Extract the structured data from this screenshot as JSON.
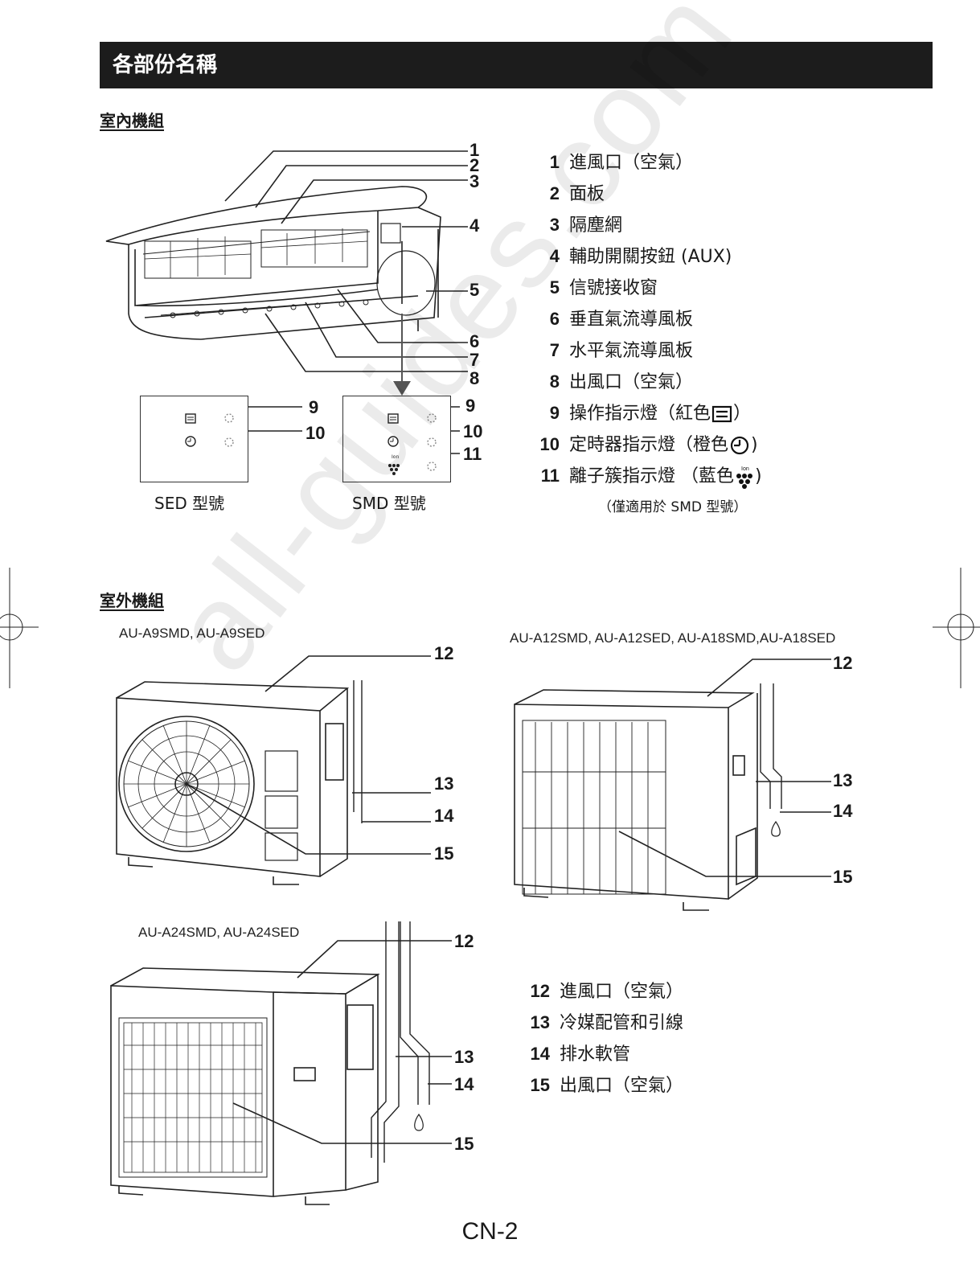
{
  "header": {
    "title": "各部份名稱"
  },
  "indoor": {
    "section_title": "室內機組",
    "callouts": [
      "1",
      "2",
      "3",
      "4",
      "5",
      "6",
      "7",
      "8"
    ],
    "panel_sed": {
      "caption": "SED 型號",
      "callouts": [
        "9",
        "10"
      ]
    },
    "panel_smd": {
      "caption": "SMD 型號",
      "callouts": [
        "9",
        "10",
        "11"
      ],
      "ion_label": "Ion"
    },
    "legend": [
      {
        "num": "1",
        "label": "進風口（空氣）"
      },
      {
        "num": "2",
        "label": "面板"
      },
      {
        "num": "3",
        "label": "隔塵網"
      },
      {
        "num": "4",
        "label": "輔助開關按鈕 (AUX)"
      },
      {
        "num": "5",
        "label": "信號接收窗"
      },
      {
        "num": "6",
        "label": "垂直氣流導風板"
      },
      {
        "num": "7",
        "label": "水平氣流導風板"
      },
      {
        "num": "8",
        "label": "出風口（空氣）"
      },
      {
        "num": "9",
        "label": "操作指示燈（紅色",
        "icon": "operation-icon",
        "suffix": "）"
      },
      {
        "num": "10",
        "label": "定時器指示燈（橙色",
        "icon": "timer-icon",
        "suffix": ")"
      },
      {
        "num": "11",
        "label": "離子簇指示燈 （藍色",
        "icon": "ion-icon",
        "suffix": ")"
      }
    ],
    "note": "（僅適用於 SMD 型號）"
  },
  "outdoor": {
    "section_title": "室外機組",
    "model_a9": "AU-A9SMD, AU-A9SED",
    "model_a12": "AU-A12SMD, AU-A12SED, AU-A18SMD,AU-A18SED",
    "model_a24": "AU-A24SMD, AU-A24SED",
    "callouts": [
      "12",
      "13",
      "14",
      "15"
    ],
    "legend": [
      {
        "num": "12",
        "label": "進風口（空氣）"
      },
      {
        "num": "13",
        "label": "冷媒配管和引線"
      },
      {
        "num": "14",
        "label": "排水軟管"
      },
      {
        "num": "15",
        "label": "出風口（空氣）"
      }
    ]
  },
  "page_number": "CN-2",
  "watermark": "all-guides.com"
}
